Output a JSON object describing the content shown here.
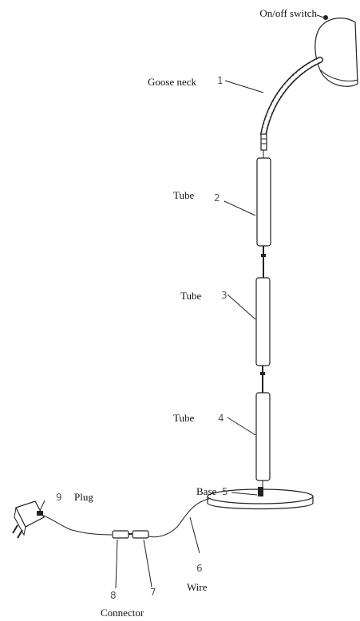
{
  "labels": {
    "switch": "On/off switch",
    "goose_neck": "Goose neck",
    "tube_2": "Tube",
    "tube_3": "Tube",
    "tube_4": "Tube",
    "base": "Base",
    "plug": "Plug",
    "wire": "Wire",
    "connector": "Connector"
  },
  "numbers": {
    "n1": "1",
    "n2": "2",
    "n3": "3",
    "n4": "4",
    "n5": "5",
    "n6": "6",
    "n7": "7",
    "n8": "8",
    "n9": "9"
  }
}
